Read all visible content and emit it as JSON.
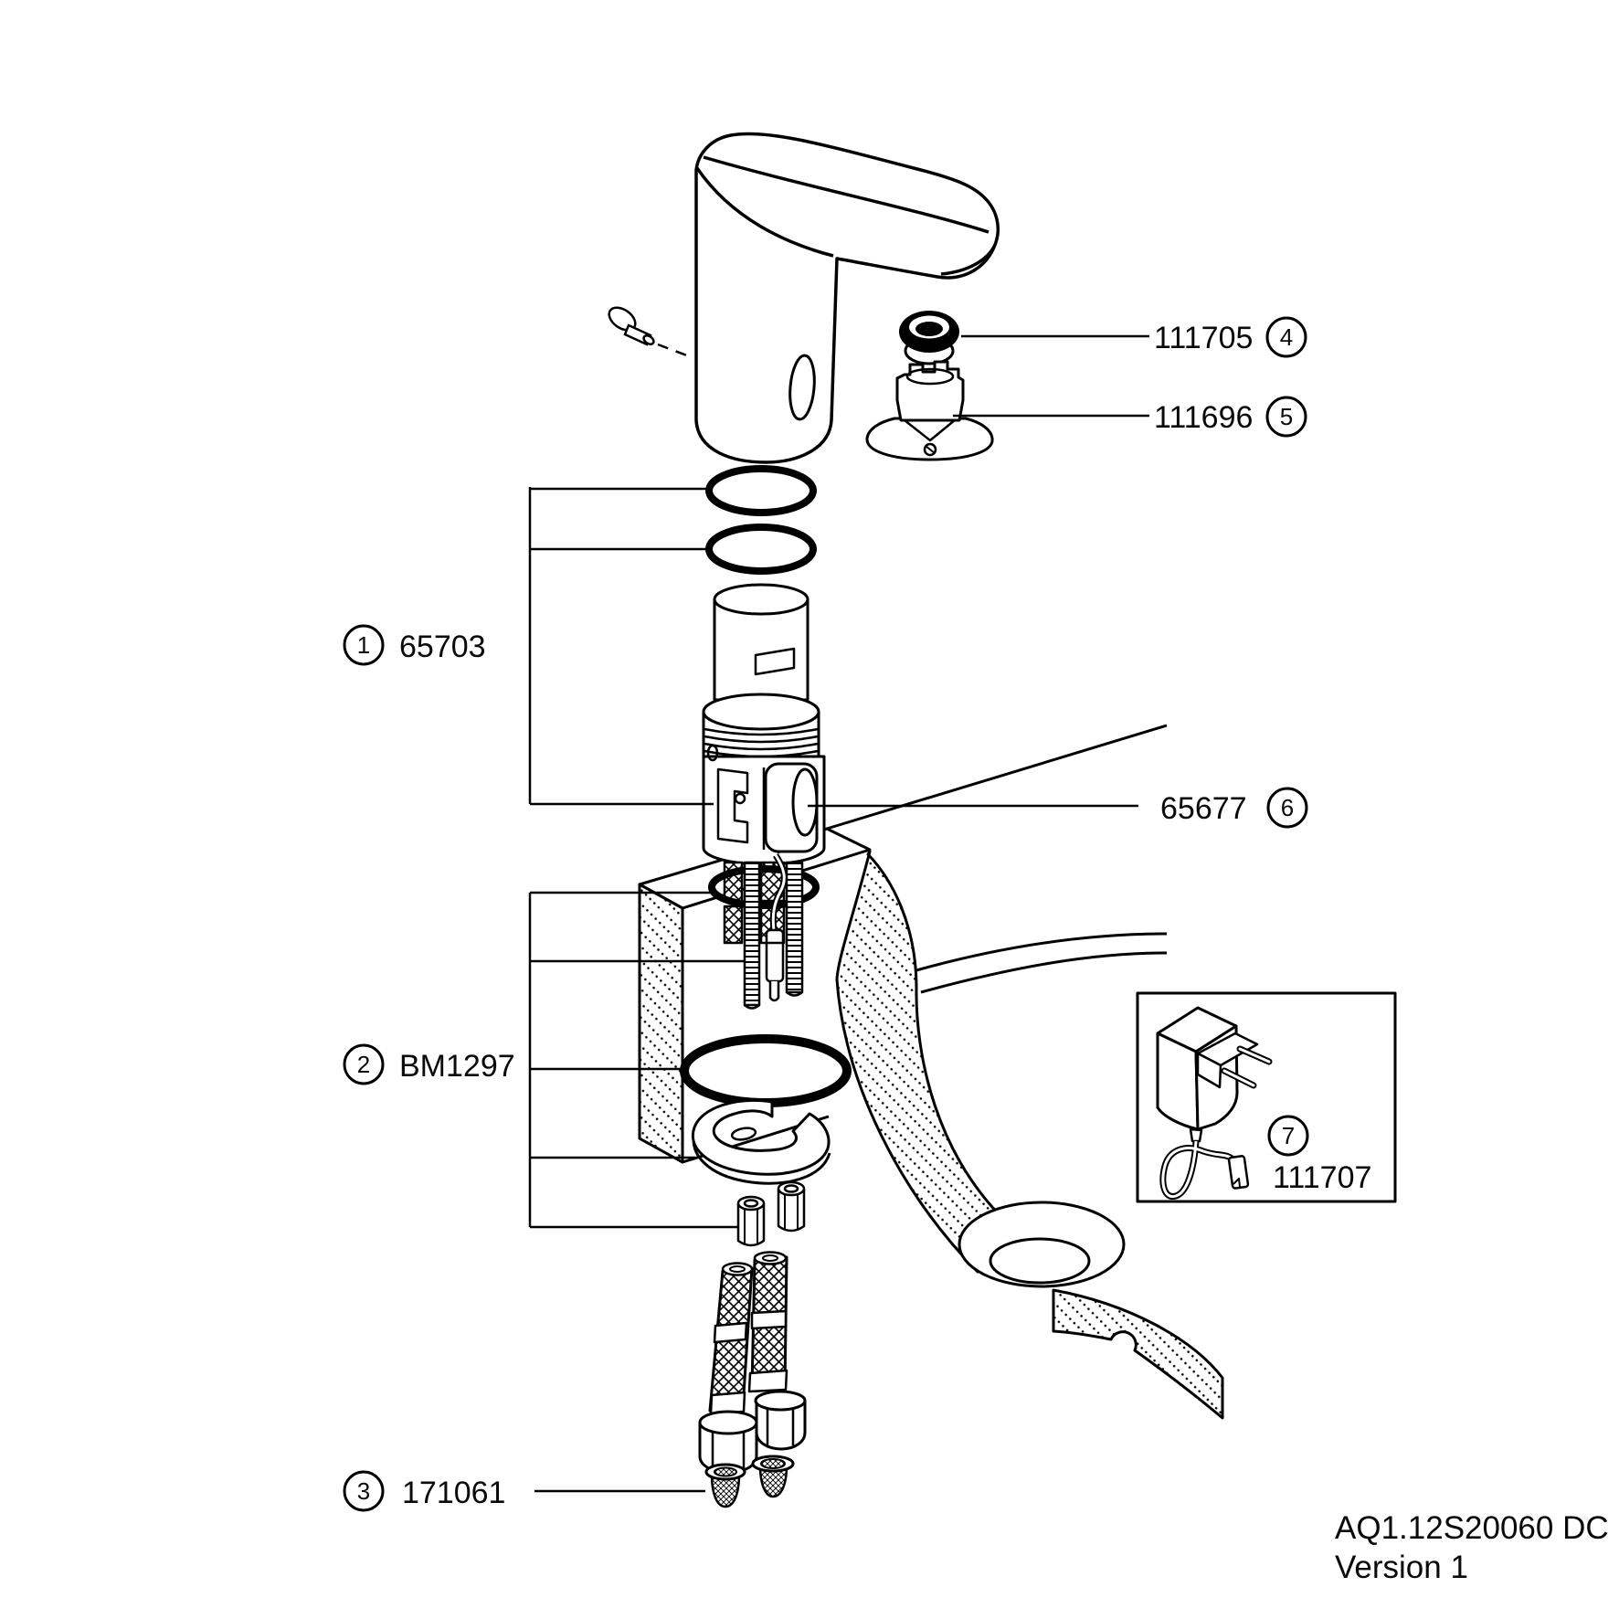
{
  "labels": {
    "left": [
      {
        "num": "1",
        "code": "65703"
      },
      {
        "num": "2",
        "code": "BM1297"
      },
      {
        "num": "3",
        "code": "171061"
      }
    ],
    "right": [
      {
        "num": "4",
        "code": "111705"
      },
      {
        "num": "5",
        "code": "111696"
      },
      {
        "num": "6",
        "code": "65677"
      }
    ],
    "inset": {
      "num": "7",
      "code": "111707"
    }
  },
  "footer": {
    "doc_code": "AQ1.12S20060 DC",
    "version": "Version 1"
  },
  "colors": {
    "line": "#000000",
    "background": "#ffffff"
  }
}
